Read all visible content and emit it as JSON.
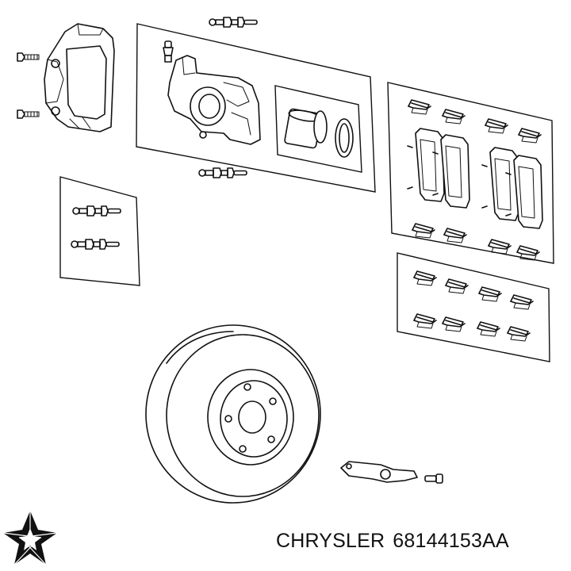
{
  "caption": {
    "brand": "CHRYSLER",
    "part_number": "68144153AA"
  },
  "icons": {
    "logo": "chrysler-pentastar-logo"
  },
  "colors": {
    "line": "#111111",
    "background": "#ffffff"
  }
}
